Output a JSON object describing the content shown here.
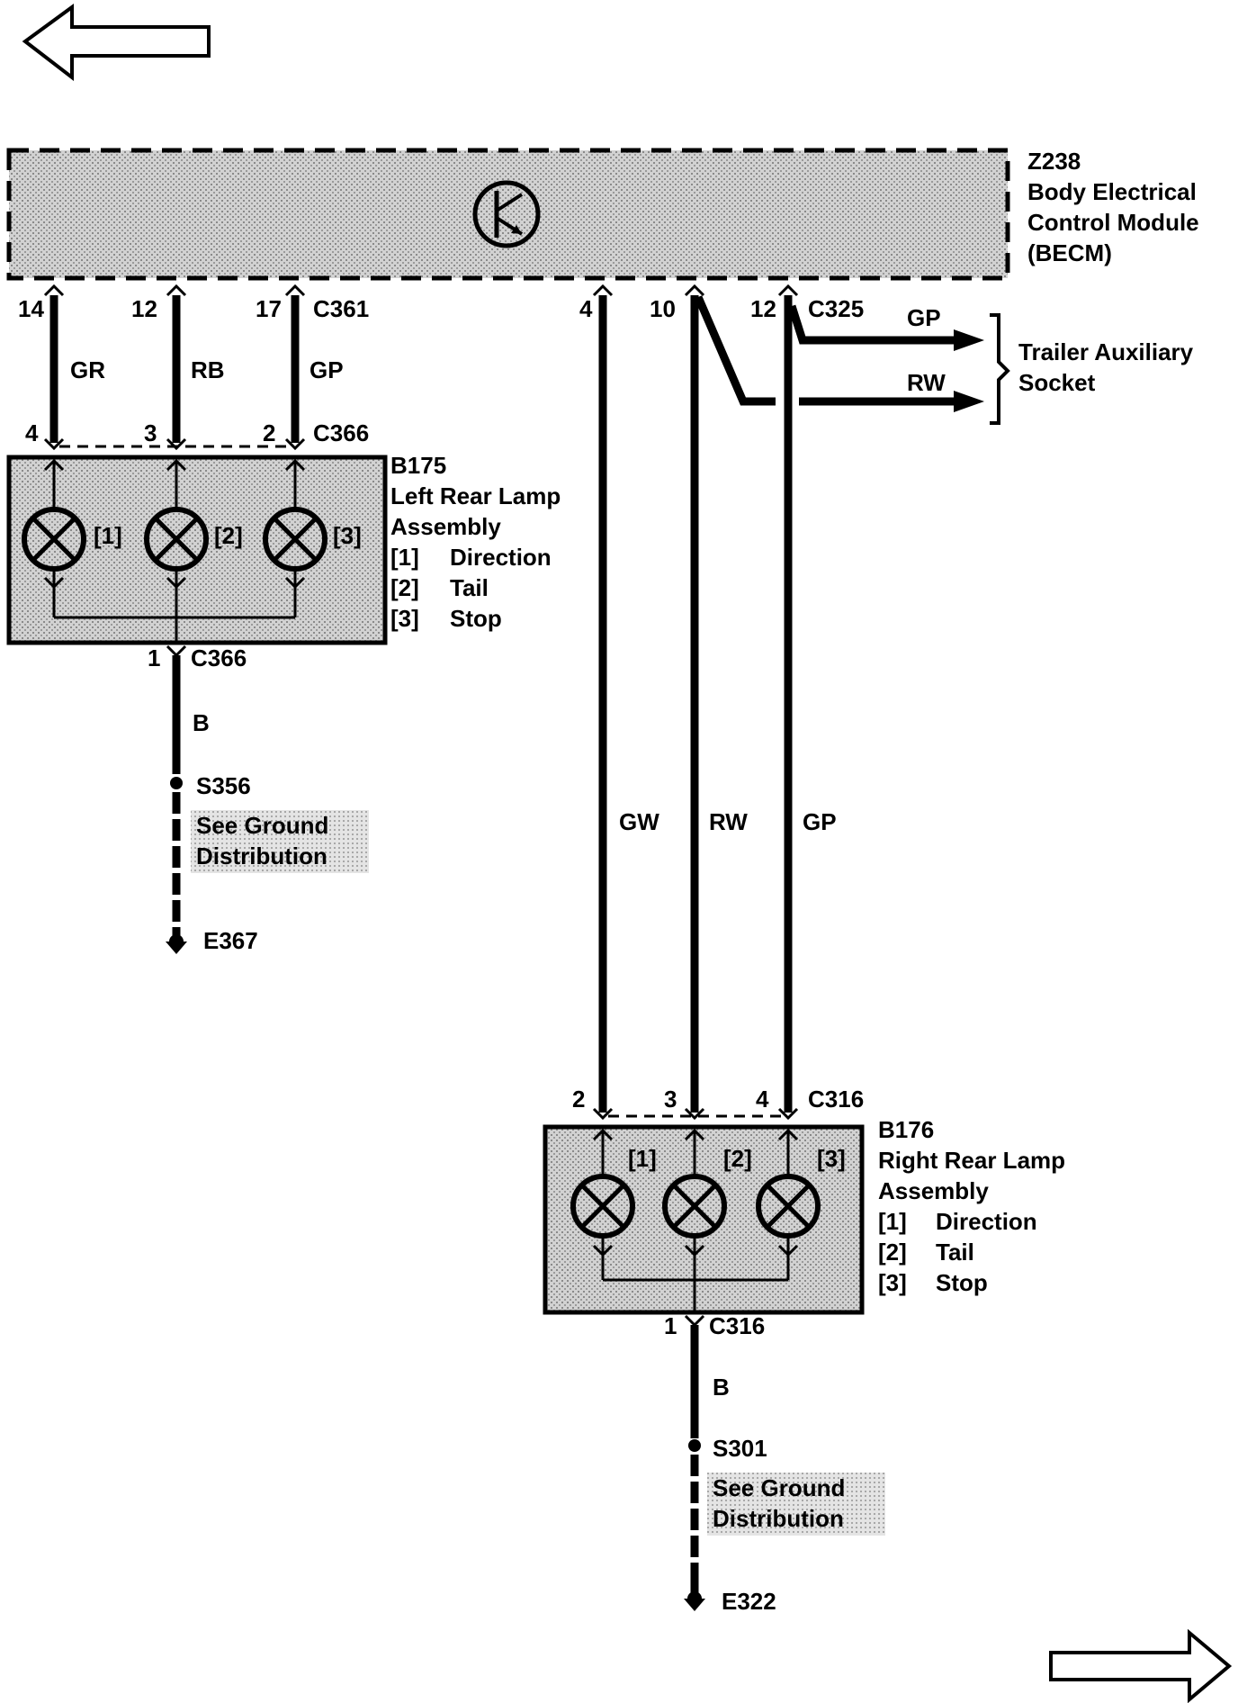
{
  "nav": {
    "prev_arrow": "left-arrow",
    "next_arrow": "right-arrow"
  },
  "module": {
    "id": "Z238",
    "line1": "Body Electrical",
    "line2": "Control Module",
    "line3": "(BECM)",
    "icon": "transistor-icon"
  },
  "left_connector": {
    "top_id": "C361",
    "top_pins": [
      "14",
      "12",
      "17"
    ],
    "wire_colors": [
      "GR",
      "RB",
      "GP"
    ],
    "bottom_id": "C366",
    "bottom_pins": [
      "4",
      "3",
      "2"
    ]
  },
  "left_lamp": {
    "id": "B175",
    "name_line1": "Left Rear Lamp",
    "name_line2": "Assembly",
    "bulb_tags": [
      "[1]",
      "[2]",
      "[3]"
    ],
    "functions": [
      {
        "num": "[1]",
        "name": "Direction"
      },
      {
        "num": "[2]",
        "name": "Tail"
      },
      {
        "num": "[3]",
        "name": "Stop"
      }
    ],
    "ground_pin": "1",
    "ground_connector": "C366",
    "ground_wire": "B",
    "splice": "S356",
    "note_line1": "See Ground",
    "note_line2": "Distribution",
    "ground": "E367"
  },
  "right_connector": {
    "top_id": "C325",
    "top_pins": [
      "4",
      "10",
      "12"
    ],
    "wire_colors": [
      "GW",
      "RW",
      "GP"
    ],
    "bottom_id": "C316",
    "bottom_pins": [
      "2",
      "3",
      "4"
    ]
  },
  "trailer": {
    "wire1": "GP",
    "wire2": "RW",
    "line1": "Trailer Auxiliary",
    "line2": "Socket"
  },
  "right_lamp": {
    "id": "B176",
    "name_line1": "Right Rear Lamp",
    "name_line2": "Assembly",
    "bulb_tags": [
      "[1]",
      "[2]",
      "[3]"
    ],
    "functions": [
      {
        "num": "[1]",
        "name": "Direction"
      },
      {
        "num": "[2]",
        "name": "Tail"
      },
      {
        "num": "[3]",
        "name": "Stop"
      }
    ],
    "ground_pin": "1",
    "ground_connector": "C316",
    "ground_wire": "B",
    "splice": "S301",
    "note_line1": "See Ground",
    "note_line2": "Distribution",
    "ground": "E322"
  }
}
